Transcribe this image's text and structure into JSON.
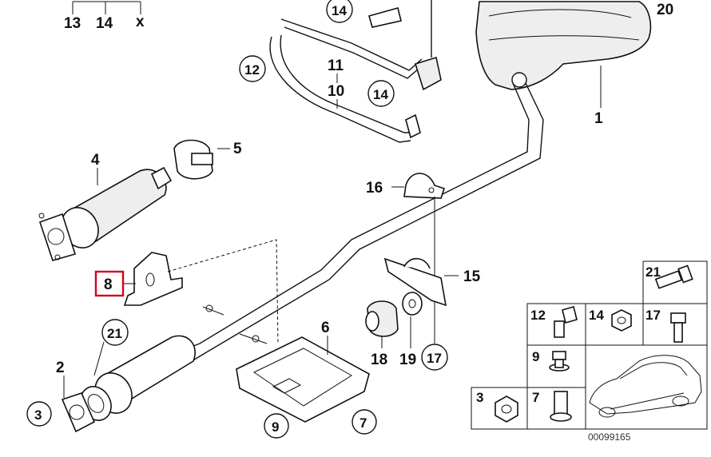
{
  "diagram": {
    "header_labels": [
      "13",
      "14",
      "x"
    ],
    "plain_labels": {
      "p1": "1",
      "p2": "2",
      "p4": "4",
      "p5": "5",
      "p6": "6",
      "p10": "10",
      "p11": "11",
      "p15": "15",
      "p16": "16",
      "p18": "18",
      "p19": "19",
      "p20": "20"
    },
    "highlighted_label": "8",
    "circled_labels": {
      "c3": "3",
      "c7": "7",
      "c9": "9",
      "c12": "12",
      "c14a": "14",
      "c14b": "14",
      "c17": "17",
      "c21": "21"
    },
    "legend": {
      "cells": [
        "21",
        "12",
        "14",
        "17",
        "9",
        "3",
        "7"
      ]
    },
    "reference_number": "00099165",
    "colors": {
      "line": "#111111",
      "highlight": "#d0021b",
      "background": "#ffffff"
    }
  }
}
